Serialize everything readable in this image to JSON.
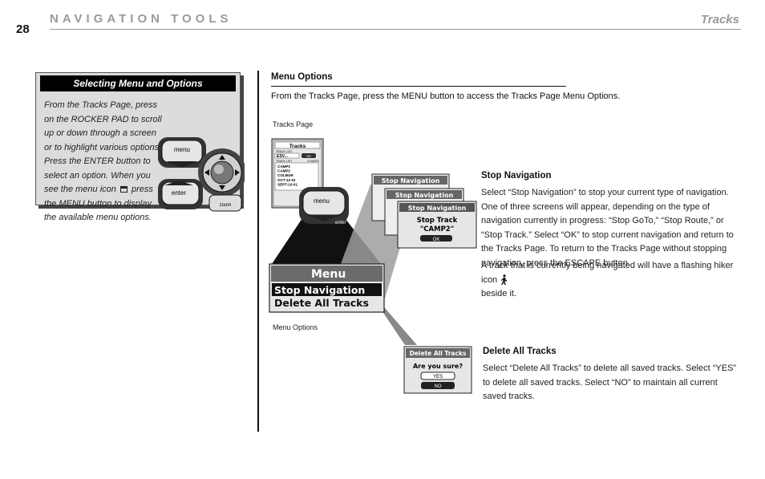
{
  "header": {
    "page_number": "28",
    "section_title": "NAVIGATION TOOLS",
    "chapter": "Tracks"
  },
  "sidebar": {
    "heading": "Selecting Menu and Options",
    "text_before_icon": "From the Tracks Page, press on the ROCKER PAD to scroll up or down through a screen or to highlight various options. Press the ENTER button to select an option. When you see the menu icon",
    "text_after_icon": "press the MENU button to display the available menu options.",
    "keypad": {
      "menu": "menu",
      "enter": "enter",
      "zoom": "zoom"
    }
  },
  "main": {
    "heading": "Menu Options",
    "intro": "From the Tracks Page, press the MENU button to access the Tracks Page Menu Options.",
    "caption_tracks_page": "Tracks Page",
    "caption_menu_options": "Menu Options"
  },
  "gps_screens": {
    "tracks_page": {
      "title": "Tracks",
      "box_label_top": "TRACK LOG",
      "log_value": "ESV...",
      "ok": "OK",
      "list_label": "TRACK LIST",
      "list_count": "5 SAVED",
      "tracks": [
        "CAMP1",
        "CAMP2",
        "COLBUR",
        "OCT-12-01",
        "SEPT-10-01"
      ]
    },
    "menu_popup": {
      "title": "Menu",
      "items": [
        "Stop Navigation",
        "Delete All Tracks"
      ]
    },
    "stop_nav_screens": {
      "title": "Stop Navigation",
      "line1": "Stop Track",
      "line2": "\"CAMP2\"",
      "ok": "OK"
    },
    "delete_screen": {
      "title": "Delete All Tracks",
      "question": "Are you sure?",
      "yes": "YES",
      "no": "NO"
    },
    "device_keys": {
      "menu": "menu",
      "enter": "enter"
    }
  },
  "stop_navigation": {
    "heading": "Stop Navigation",
    "paragraph1": "Select “Stop Navigation” to stop your current type of navigation. One of three screens will appear, depending on the type of navigation currently in progress: “Stop GoTo,” “Stop Route,” or “Stop Track.” Select “OK” to stop current navigation and return to the Tracks Page. To return to the Tracks Page without stopping navigation, press the ESCAPE button.",
    "paragraph2_before_icon": "A track that is currently being navigated will have a flashing hiker icon",
    "paragraph2_after_icon": "beside it."
  },
  "delete_all_tracks": {
    "heading": "Delete All Tracks",
    "paragraph": "Select “Delete All Tracks” to delete all saved tracks. Select “YES” to delete all saved tracks. Select “NO” to maintain all current saved tracks."
  }
}
